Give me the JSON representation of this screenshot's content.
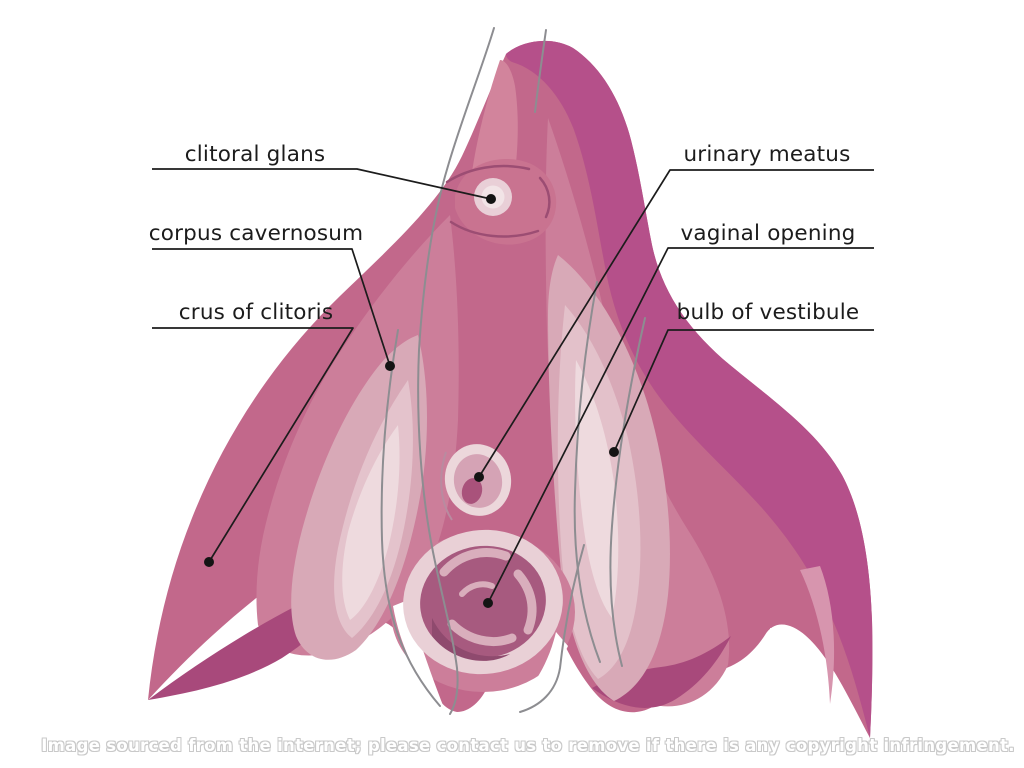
{
  "illustration": {
    "name": "internal-clitoris-anatomy-illustration",
    "labels": {
      "clitoral_glans": "clitoral glans",
      "corpus_cavernosum": "corpus cavernosum",
      "crus_of_clitoris": "crus of clitoris",
      "urinary_meatus": "urinary meatus",
      "vaginal_opening": "vaginal opening",
      "bulb_of_vestibule": "bulb of vestibule"
    },
    "colors": {
      "background": "#ffffff",
      "body_rose": "#c2688b",
      "dark_magenta_band": "#b5508a",
      "deep_crescent": "#a8497b",
      "mid_rose": "#cc7e9a",
      "bulb_pale": "#d8a9b7",
      "bulb_lighter": "#e3c1ca",
      "bulb_core": "#eedade",
      "vaginal_interior": "#a75a7f",
      "opening_ring": "#e9d0d6",
      "glans_ring": "#e9cfd7",
      "outline_gray": "#8d8d91",
      "leader_line": "#1c1c1c",
      "label_text": "#1c1c1c"
    }
  },
  "watermark": {
    "text": "Image sourced from the internet; please contact us to remove if there is any copyright infringement."
  }
}
